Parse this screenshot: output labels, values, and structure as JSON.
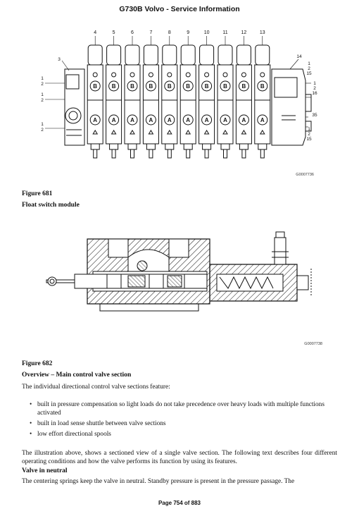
{
  "header": {
    "title": "G730B Volvo - Service Information"
  },
  "figure1": {
    "callouts_top": [
      "4",
      "5",
      "6",
      "7",
      "8",
      "9",
      "10",
      "11",
      "12",
      "13"
    ],
    "callout_3": "3",
    "callout_14": "14",
    "callouts_right_a": [
      "1",
      "2",
      "15"
    ],
    "callouts_right_b": [
      "1",
      "2",
      "16"
    ],
    "callout_35": "35",
    "callouts_right_c": [
      "1",
      "2",
      "15"
    ],
    "callouts_left_a": [
      "1",
      "2"
    ],
    "callouts_left_b": [
      "1",
      "2"
    ],
    "callouts_left_c": [
      "1",
      "2"
    ],
    "spool_label_b": "B",
    "spool_label_a": "A",
    "code": "G0007736"
  },
  "figure1_caption": {
    "number": "Figure 681",
    "title": "Float switch module"
  },
  "figure2": {
    "code": "G0007738"
  },
  "figure2_caption": {
    "number": "Figure 682",
    "title": "Overview – Main control valve section"
  },
  "intro": "The individual directional control valve sections feature:",
  "bullets": [
    "built in pressure compensation so light loads do not take precedence over heavy loads with multiple functions activated",
    "built in load sense shuttle between valve sections",
    "low effort directional spools"
  ],
  "para2": "The illustration above, shows a sectioned view of a single valve section. The following text describes four different operating conditions and how the valve performs its function by using its features.",
  "sub_heading": "Valve in neutral",
  "para3": "The centering springs keep the valve in neutral. Standby pressure is present in the pressure passage. The",
  "footer": {
    "page": "Page 754 of 883"
  }
}
